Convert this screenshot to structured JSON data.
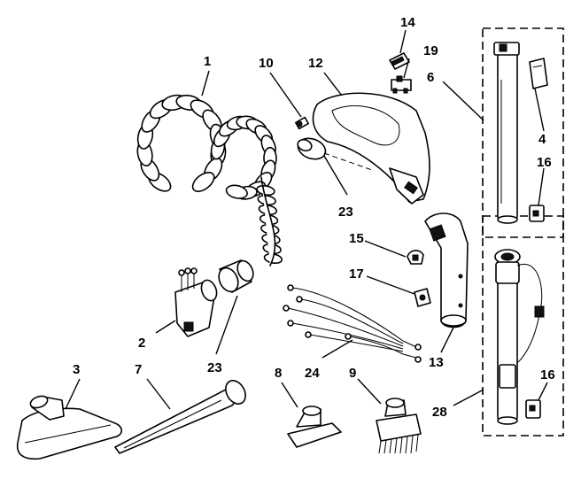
{
  "callouts": [
    {
      "id": "c1",
      "label": "1"
    },
    {
      "id": "c2",
      "label": "2"
    },
    {
      "id": "c3",
      "label": "3"
    },
    {
      "id": "c4",
      "label": "4"
    },
    {
      "id": "c6",
      "label": "6"
    },
    {
      "id": "c7",
      "label": "7"
    },
    {
      "id": "c8",
      "label": "8"
    },
    {
      "id": "c9",
      "label": "9"
    },
    {
      "id": "c10",
      "label": "10"
    },
    {
      "id": "c12",
      "label": "12"
    },
    {
      "id": "c13",
      "label": "13"
    },
    {
      "id": "c14",
      "label": "14"
    },
    {
      "id": "c15",
      "label": "15"
    },
    {
      "id": "c16a",
      "label": "16"
    },
    {
      "id": "c16b",
      "label": "16"
    },
    {
      "id": "c17",
      "label": "17"
    },
    {
      "id": "c19",
      "label": "19"
    },
    {
      "id": "c23a",
      "label": "23"
    },
    {
      "id": "c23b",
      "label": "23"
    },
    {
      "id": "c24",
      "label": "24"
    },
    {
      "id": "c28",
      "label": "28"
    }
  ]
}
